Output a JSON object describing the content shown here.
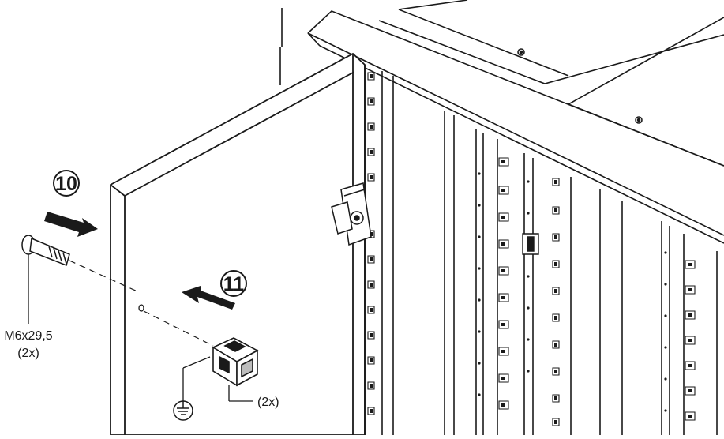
{
  "steps": [
    {
      "number": "10"
    },
    {
      "number": "11"
    }
  ],
  "screw": {
    "spec": "M6x29,5",
    "qty": "(2x)"
  },
  "cage_nut": {
    "qty": "(2x)"
  },
  "ground_symbol": {
    "icon": "ground-symbol-icon"
  },
  "colors": {
    "line": "#1a1a1a",
    "panel": "#ffffff",
    "shade": "#bdbdbd"
  }
}
